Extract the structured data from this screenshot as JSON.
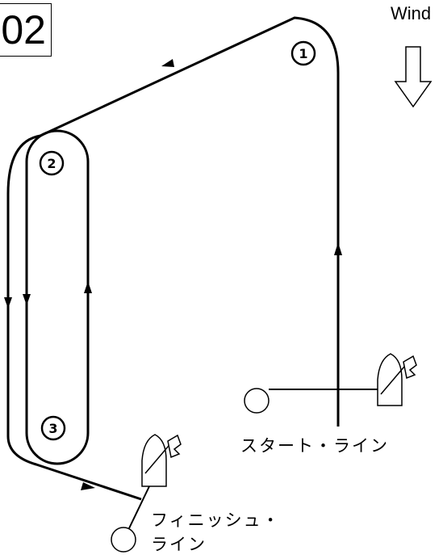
{
  "course_code": "02",
  "wind_label": "Wind",
  "marks": [
    {
      "number": "1"
    },
    {
      "number": "2"
    },
    {
      "number": "3"
    }
  ],
  "start_label": "スタート・ライン",
  "finish_label_line1": "フィニッシュ・",
  "finish_label_line2": "ライン",
  "colors": {
    "line": "#000000",
    "background": "#ffffff"
  }
}
